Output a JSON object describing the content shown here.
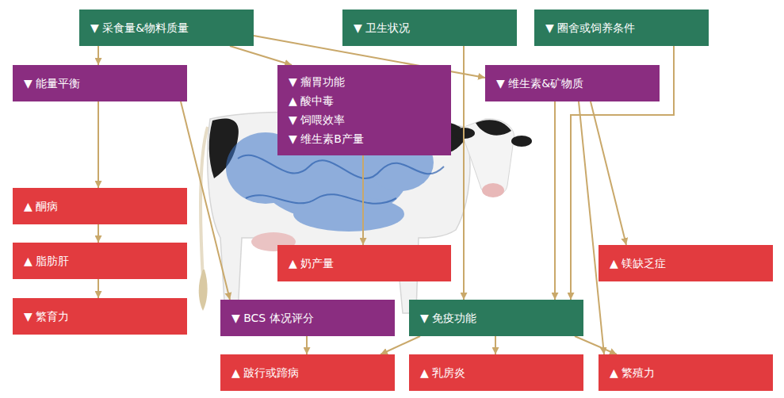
{
  "diagram": {
    "nodes": [
      {
        "text": [
          "▼ 采食量&物料质量"
        ]
      },
      {
        "text": [
          "▼ 卫生状况"
        ]
      },
      {
        "text": [
          "▼ 圈舍或饲养条件"
        ]
      },
      {
        "text": [
          "▼ 能量平衡"
        ]
      },
      {
        "text": [
          "▼ 瘤胃功能",
          "▲ 酸中毒",
          "▼ 饲喂效率",
          "▼ 维生素B产量"
        ]
      },
      {
        "text": [
          "▼ 维生素&矿物质"
        ]
      },
      {
        "text": [
          "▲ 酮病"
        ]
      },
      {
        "text": [
          "▲ 脂肪肝"
        ]
      },
      {
        "text": [
          "▼ 繁育力"
        ]
      },
      {
        "text": [
          "▲ 奶产量"
        ]
      },
      {
        "text": [
          "▲ 镁缺乏症"
        ]
      },
      {
        "text": [
          "▼ BCS 体况评分"
        ]
      },
      {
        "text": [
          "▼ 免疫功能"
        ]
      },
      {
        "text": [
          "▲ 跛行或蹄病"
        ]
      },
      {
        "text": [
          "▲ 乳房炎"
        ]
      },
      {
        "text": [
          "▲ 繁殖力"
        ]
      }
    ],
    "edges": [
      {
        "from": 0,
        "to": 3,
        "arrow": "to"
      },
      {
        "from": 0,
        "to": 4,
        "arrow": "to"
      },
      {
        "from": 0,
        "to": 5,
        "arrow": "to"
      },
      {
        "from": 3,
        "to": 6,
        "arrow": "to"
      },
      {
        "from": 6,
        "to": 7,
        "arrow": "to"
      },
      {
        "from": 7,
        "to": 8,
        "arrow": "to"
      },
      {
        "from": 3,
        "to": 11,
        "arrow": "to"
      },
      {
        "from": 4,
        "to": 9,
        "arrow": "to"
      },
      {
        "from": 1,
        "to": 12,
        "arrow": "to"
      },
      {
        "from": 2,
        "to": 12,
        "arrow": "to"
      },
      {
        "from": 5,
        "to": 12,
        "arrow": "to"
      },
      {
        "from": 5,
        "to": 10,
        "arrow": "to"
      },
      {
        "from": 5,
        "to": 15,
        "arrow": "to"
      },
      {
        "from": 11,
        "to": 13,
        "arrow": "to"
      },
      {
        "from": 12,
        "to": 13,
        "arrow": "to"
      },
      {
        "from": 12,
        "to": 14,
        "arrow": "to"
      },
      {
        "from": 12,
        "to": 15,
        "arrow": "to"
      }
    ]
  }
}
